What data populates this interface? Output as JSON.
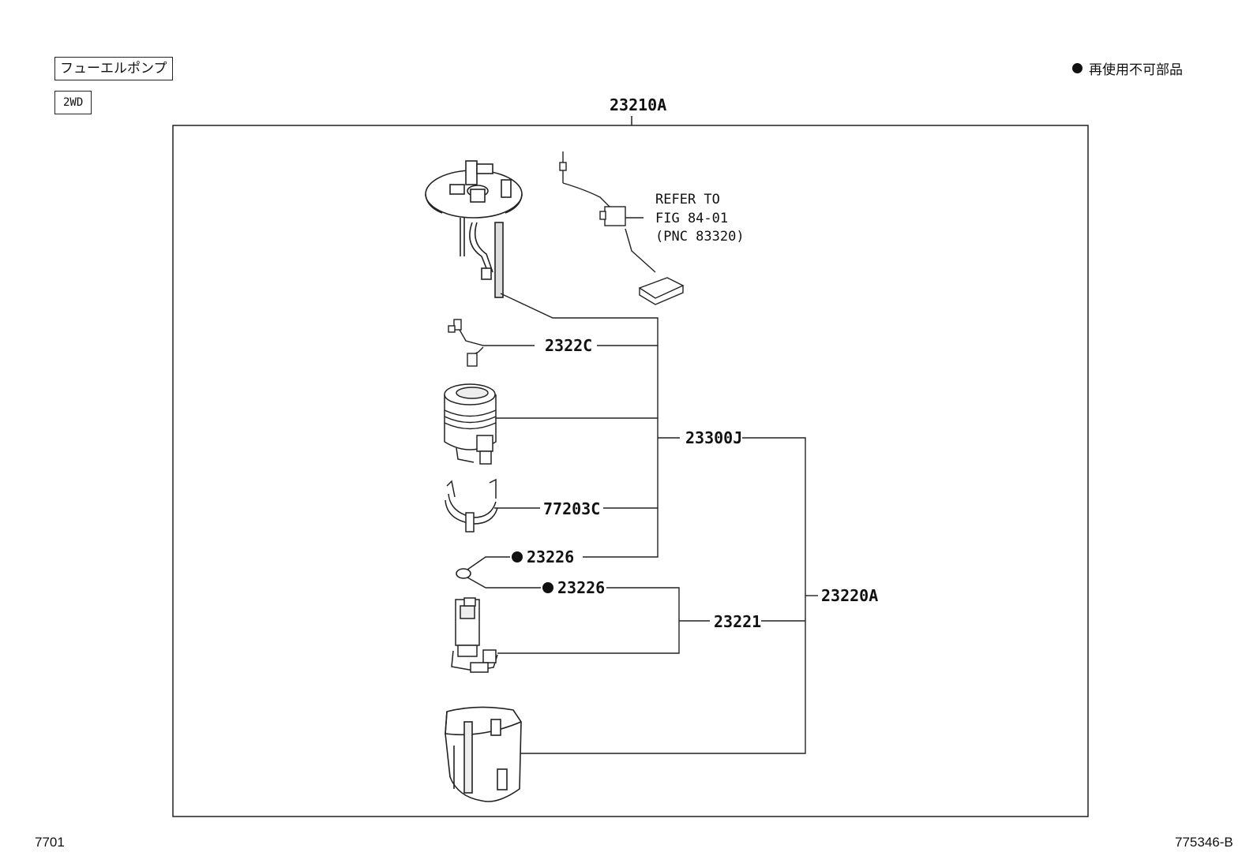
{
  "header": {
    "title_tag": "フューエルポンプ",
    "variant_tag": "2WD",
    "legend_text": "再使用不可部品"
  },
  "assembly": {
    "main_part": "23210A"
  },
  "parts": {
    "sender_note_line1": "REFER TO",
    "sender_note_line2": "FIG 84-01",
    "sender_note_line3": "(PNC 83320)",
    "wire_harness": "2322C",
    "fuel_filter": "23300J",
    "filter_clip": "77203C",
    "gasket_upper": "23226",
    "gasket_lower": "23226",
    "fuel_pump": "23221",
    "pump_subassy": "23220A"
  },
  "footer": {
    "left_code": "7701",
    "right_code": "775346-B"
  },
  "icons": [
    "non-reusable-dot-icon"
  ]
}
